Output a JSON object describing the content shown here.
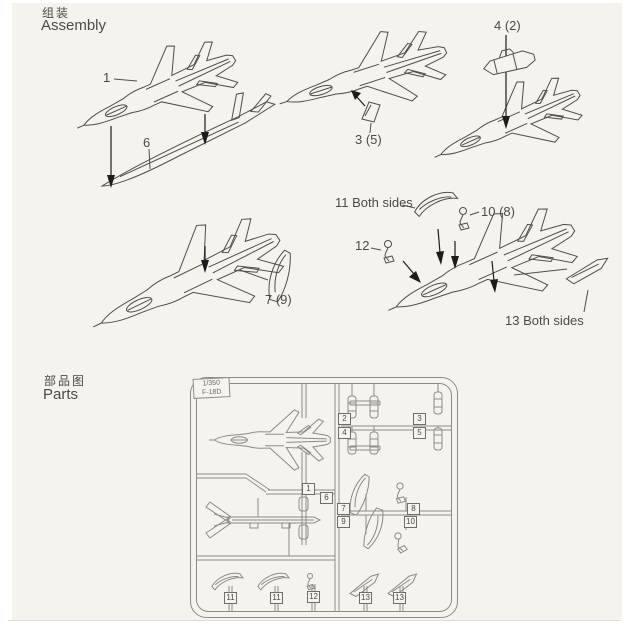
{
  "colors": {
    "paper": "#f5f3ee",
    "ink": "#504e49",
    "sprue_line": "#8b8b85",
    "arrow": "#1c1c1c"
  },
  "assembly": {
    "title_cn": "组装",
    "title_en": "Assembly",
    "callouts": {
      "part1": "1",
      "part6": "6",
      "part3": "3 (5)",
      "part4": "4 (2)",
      "part7": "7 (9)",
      "part11": "11 Both sides",
      "part10": "10 (8)",
      "part12": "12",
      "part13": "13 Both sides"
    }
  },
  "parts_section": {
    "title_cn": "部品图",
    "title_en": "Parts",
    "sprue_tag_scale": "1/350",
    "sprue_tag_model": "F-18D",
    "plates": [
      "1",
      "6",
      "2",
      "4",
      "3",
      "5",
      "7",
      "9",
      "8",
      "10",
      "11",
      "11",
      "12",
      "13",
      "13"
    ]
  }
}
